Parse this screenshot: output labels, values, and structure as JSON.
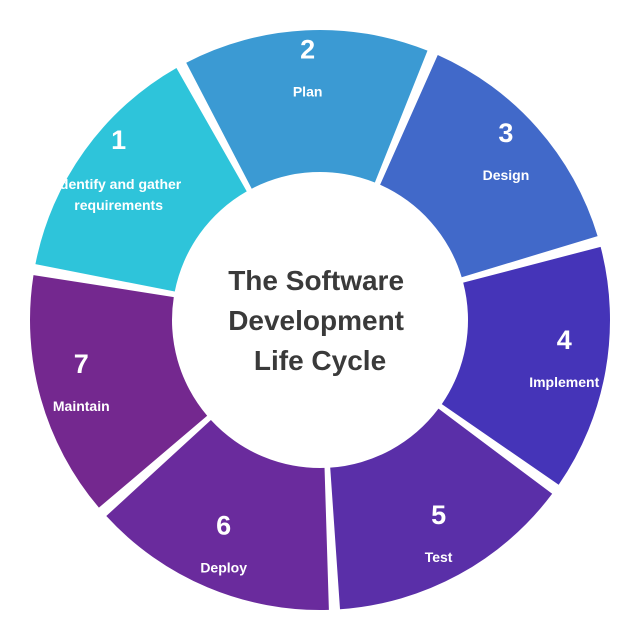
{
  "diagram": {
    "center_title_lines": [
      "The Software",
      "Development",
      "Life Cycle"
    ],
    "stages": [
      {
        "number": "1",
        "label_lines": [
          "Identify and gather",
          "requirements"
        ],
        "color": "#2ec4da"
      },
      {
        "number": "2",
        "label_lines": [
          "Plan"
        ],
        "color": "#3b9ad3"
      },
      {
        "number": "3",
        "label_lines": [
          "Design"
        ],
        "color": "#4169c9"
      },
      {
        "number": "4",
        "label_lines": [
          "Implement"
        ],
        "color": "#4534b8"
      },
      {
        "number": "5",
        "label_lines": [
          "Test"
        ],
        "color": "#5a2fa8"
      },
      {
        "number": "6",
        "label_lines": [
          "Deploy"
        ],
        "color": "#6a2b9d"
      },
      {
        "number": "7",
        "label_lines": [
          "Maintain"
        ],
        "color": "#74288f"
      }
    ]
  }
}
